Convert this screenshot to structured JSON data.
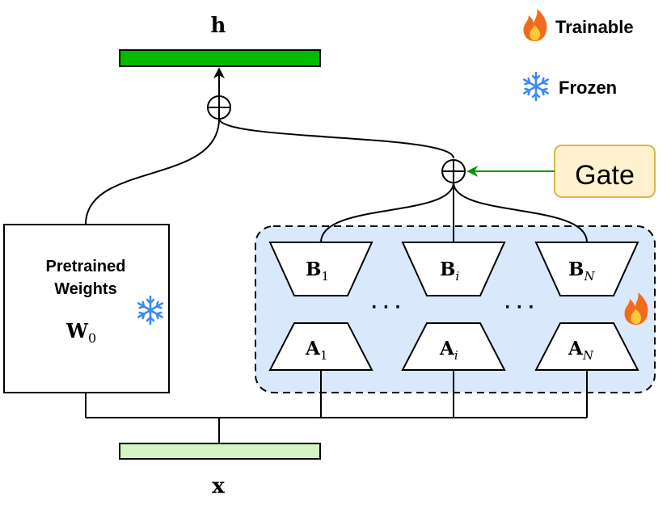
{
  "legend": {
    "trainable_label": "Trainable",
    "frozen_label": "Frozen",
    "trainable_icon": "flame-icon",
    "frozen_icon": "snowflake-icon"
  },
  "output": {
    "label": "h",
    "color": "#00BB00"
  },
  "input": {
    "label": "x",
    "color": "#D5F5C5"
  },
  "pretrained": {
    "line1": "Pretrained",
    "line2": "Weights",
    "weight_main": "W",
    "weight_sub": "0"
  },
  "gate": {
    "label": "Gate",
    "fill": "#FFF2CC",
    "stroke": "#D6B656",
    "arrow_color": "#009900"
  },
  "adapters": {
    "region_fill": "#DAE8FC",
    "ellipsis": "· · ·",
    "b_blocks": [
      {
        "main": "B",
        "sub": "1",
        "italic": false
      },
      {
        "main": "B",
        "sub": "i",
        "italic": true
      },
      {
        "main": "B",
        "sub": "N",
        "italic": true
      }
    ],
    "a_blocks": [
      {
        "main": "A",
        "sub": "1",
        "italic": false
      },
      {
        "main": "A",
        "sub": "i",
        "italic": true
      },
      {
        "main": "A",
        "sub": "N",
        "italic": true
      }
    ]
  }
}
